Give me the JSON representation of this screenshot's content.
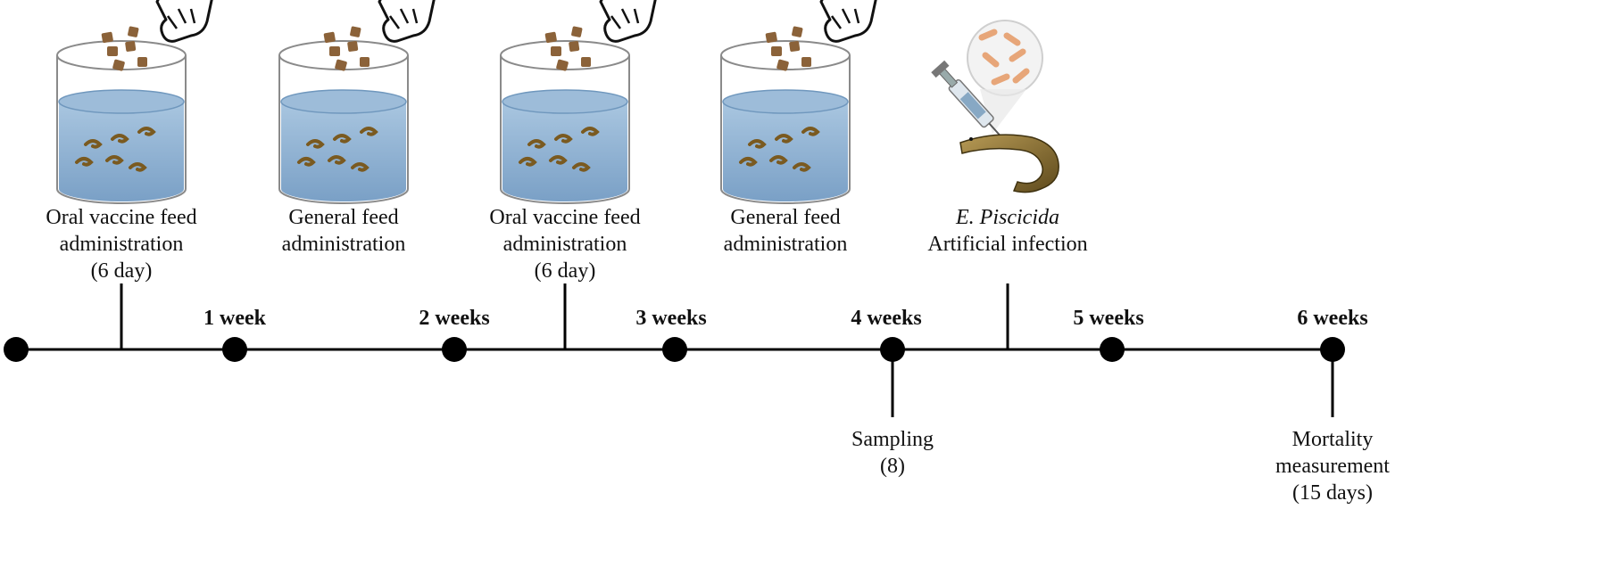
{
  "events_above": [
    {
      "lines": [
        "Oral vaccine feed",
        "administration",
        "(6 day)"
      ],
      "icon": "tank-feeding-icon"
    },
    {
      "lines": [
        "General feed",
        "administration"
      ],
      "icon": "tank-feeding-icon"
    },
    {
      "lines": [
        "Oral vaccine feed",
        "administration",
        "(6 day)"
      ],
      "icon": "tank-feeding-icon"
    },
    {
      "lines": [
        "General feed",
        "administration"
      ],
      "icon": "tank-feeding-icon"
    },
    {
      "lines": [
        "E. Piscicida",
        "Artificial infection"
      ],
      "icon": "syringe-eel-icon"
    }
  ],
  "weeks": [
    "1 week",
    "2 weeks",
    "3 weeks",
    "4 weeks",
    "5 weeks",
    "6 weeks"
  ],
  "events_below": [
    {
      "lines": [
        "Sampling",
        "(8)"
      ]
    },
    {
      "lines": [
        "Mortality",
        "measurement",
        "(15 days)"
      ]
    }
  ],
  "colors": {
    "water": "#8fb3d3",
    "water_dark": "#6f97bd",
    "pellet": "#8b6239",
    "eel": "#8a6a2a",
    "bacteria": "#e7a679",
    "line": "#000000"
  }
}
